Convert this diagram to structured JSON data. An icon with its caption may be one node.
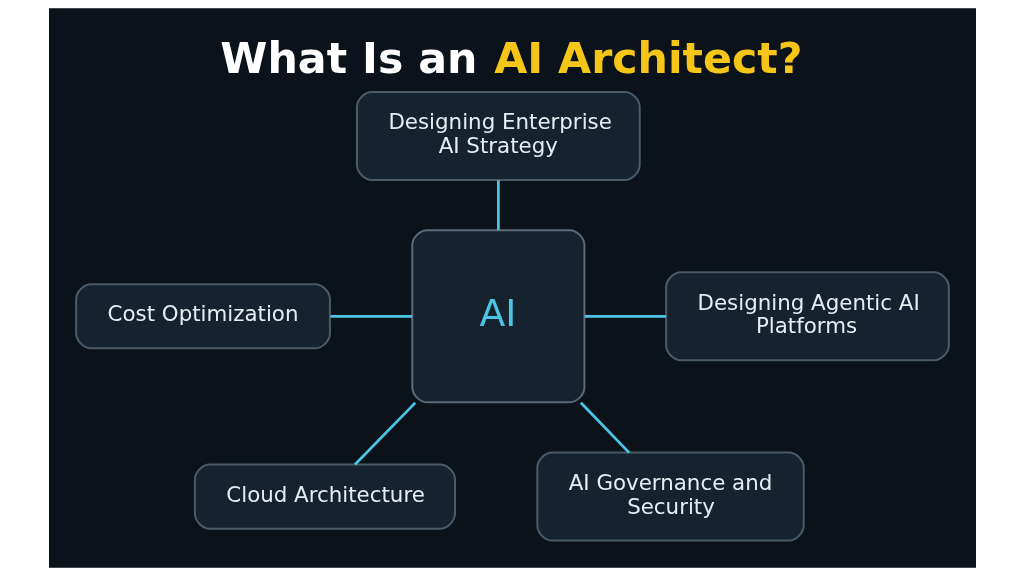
{
  "diagram": {
    "title": "What Is an AI Architect?",
    "nodes": [
      {
        "text": [
          "Designing Enterprise AI Strategy"
        ]
      },
      {
        "text": [
          "Cost Optimization"
        ]
      },
      {
        "text": [
          "AI"
        ]
      },
      {
        "text": [
          "Designing Agentic AI Platforms"
        ]
      },
      {
        "text": [
          "Cloud Architecture"
        ]
      },
      {
        "text": [
          "AI Governance and Security"
        ]
      }
    ],
    "edges": [
      {
        "from": 0,
        "to": 2,
        "arrow": "none"
      },
      {
        "from": 1,
        "to": 2,
        "arrow": "none"
      },
      {
        "from": 2,
        "to": 3,
        "arrow": "none"
      },
      {
        "from": 2,
        "to": 4,
        "arrow": "none"
      },
      {
        "from": 2,
        "to": 5,
        "arrow": "none"
      }
    ]
  }
}
